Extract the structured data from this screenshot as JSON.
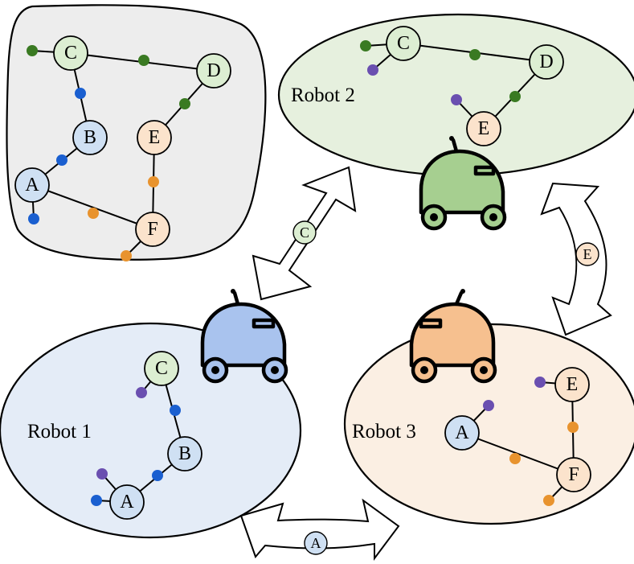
{
  "colors": {
    "global_bg": "#ededed",
    "robot1_bg": "#e4ecf7",
    "robot2_bg": "#e6f0de",
    "robot3_bg": "#fbefe3",
    "node_A": "#cfe0f3",
    "node_B": "#cfe0f3",
    "node_C": "#dceed2",
    "node_D": "#dceed2",
    "node_E": "#fbe3cc",
    "node_F": "#fbe3cc",
    "landmark_blue": "#1a5fd0",
    "landmark_green": "#3a7a22",
    "landmark_orange": "#e8932e",
    "landmark_purple": "#6a4fb0",
    "robot1_body": "#a9c3ee",
    "robot2_body": "#a6cf90",
    "robot3_body": "#f6c08f"
  },
  "robot_labels": {
    "robot1": "Robot 1",
    "robot2": "Robot 2",
    "robot3": "Robot 3"
  },
  "node_labels": {
    "A": "A",
    "B": "B",
    "C": "C",
    "D": "D",
    "E": "E",
    "F": "F"
  },
  "exchange_labels": {
    "r1_r2": "C",
    "r2_r3": "E",
    "r1_r3": "A"
  },
  "icons": [
    "robot-icon",
    "double-arrow-icon"
  ]
}
